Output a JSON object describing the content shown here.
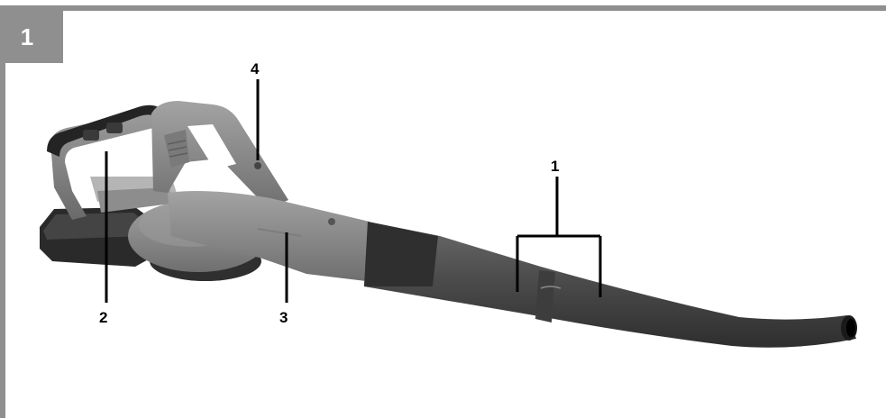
{
  "figure": {
    "number": "1",
    "callouts": [
      {
        "id": "1",
        "label": "1"
      },
      {
        "id": "2",
        "label": "2"
      },
      {
        "id": "3",
        "label": "3"
      },
      {
        "id": "4",
        "label": "4"
      }
    ]
  },
  "colors": {
    "frame": "#8f8f8f",
    "body_light": "#8a8a8a",
    "body_mid": "#6e6e6e",
    "dark": "#2f2f2f",
    "tube": "#4a4a4a"
  }
}
